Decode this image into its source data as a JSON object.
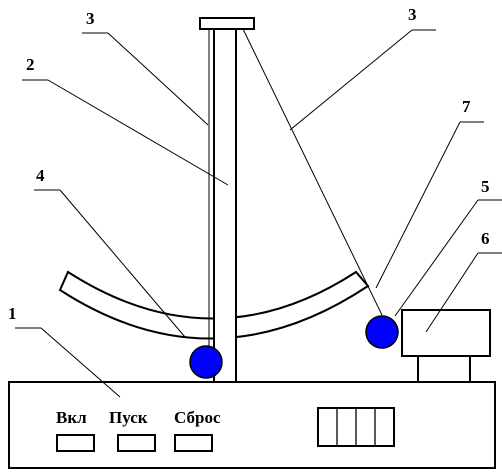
{
  "callouts": {
    "base": "1",
    "column": "2",
    "thread_left": "3",
    "thread_right": "3",
    "ball_left": "4",
    "ball_right": "5",
    "launcher": "6",
    "arc_scale": "7"
  },
  "buttons": {
    "power": "Вкл",
    "start": "Пуск",
    "reset": "Сброс"
  },
  "display": {
    "digit_count": 4
  },
  "colors": {
    "ball": "#0000ff",
    "stroke": "#000000",
    "background": "#ffffff"
  }
}
